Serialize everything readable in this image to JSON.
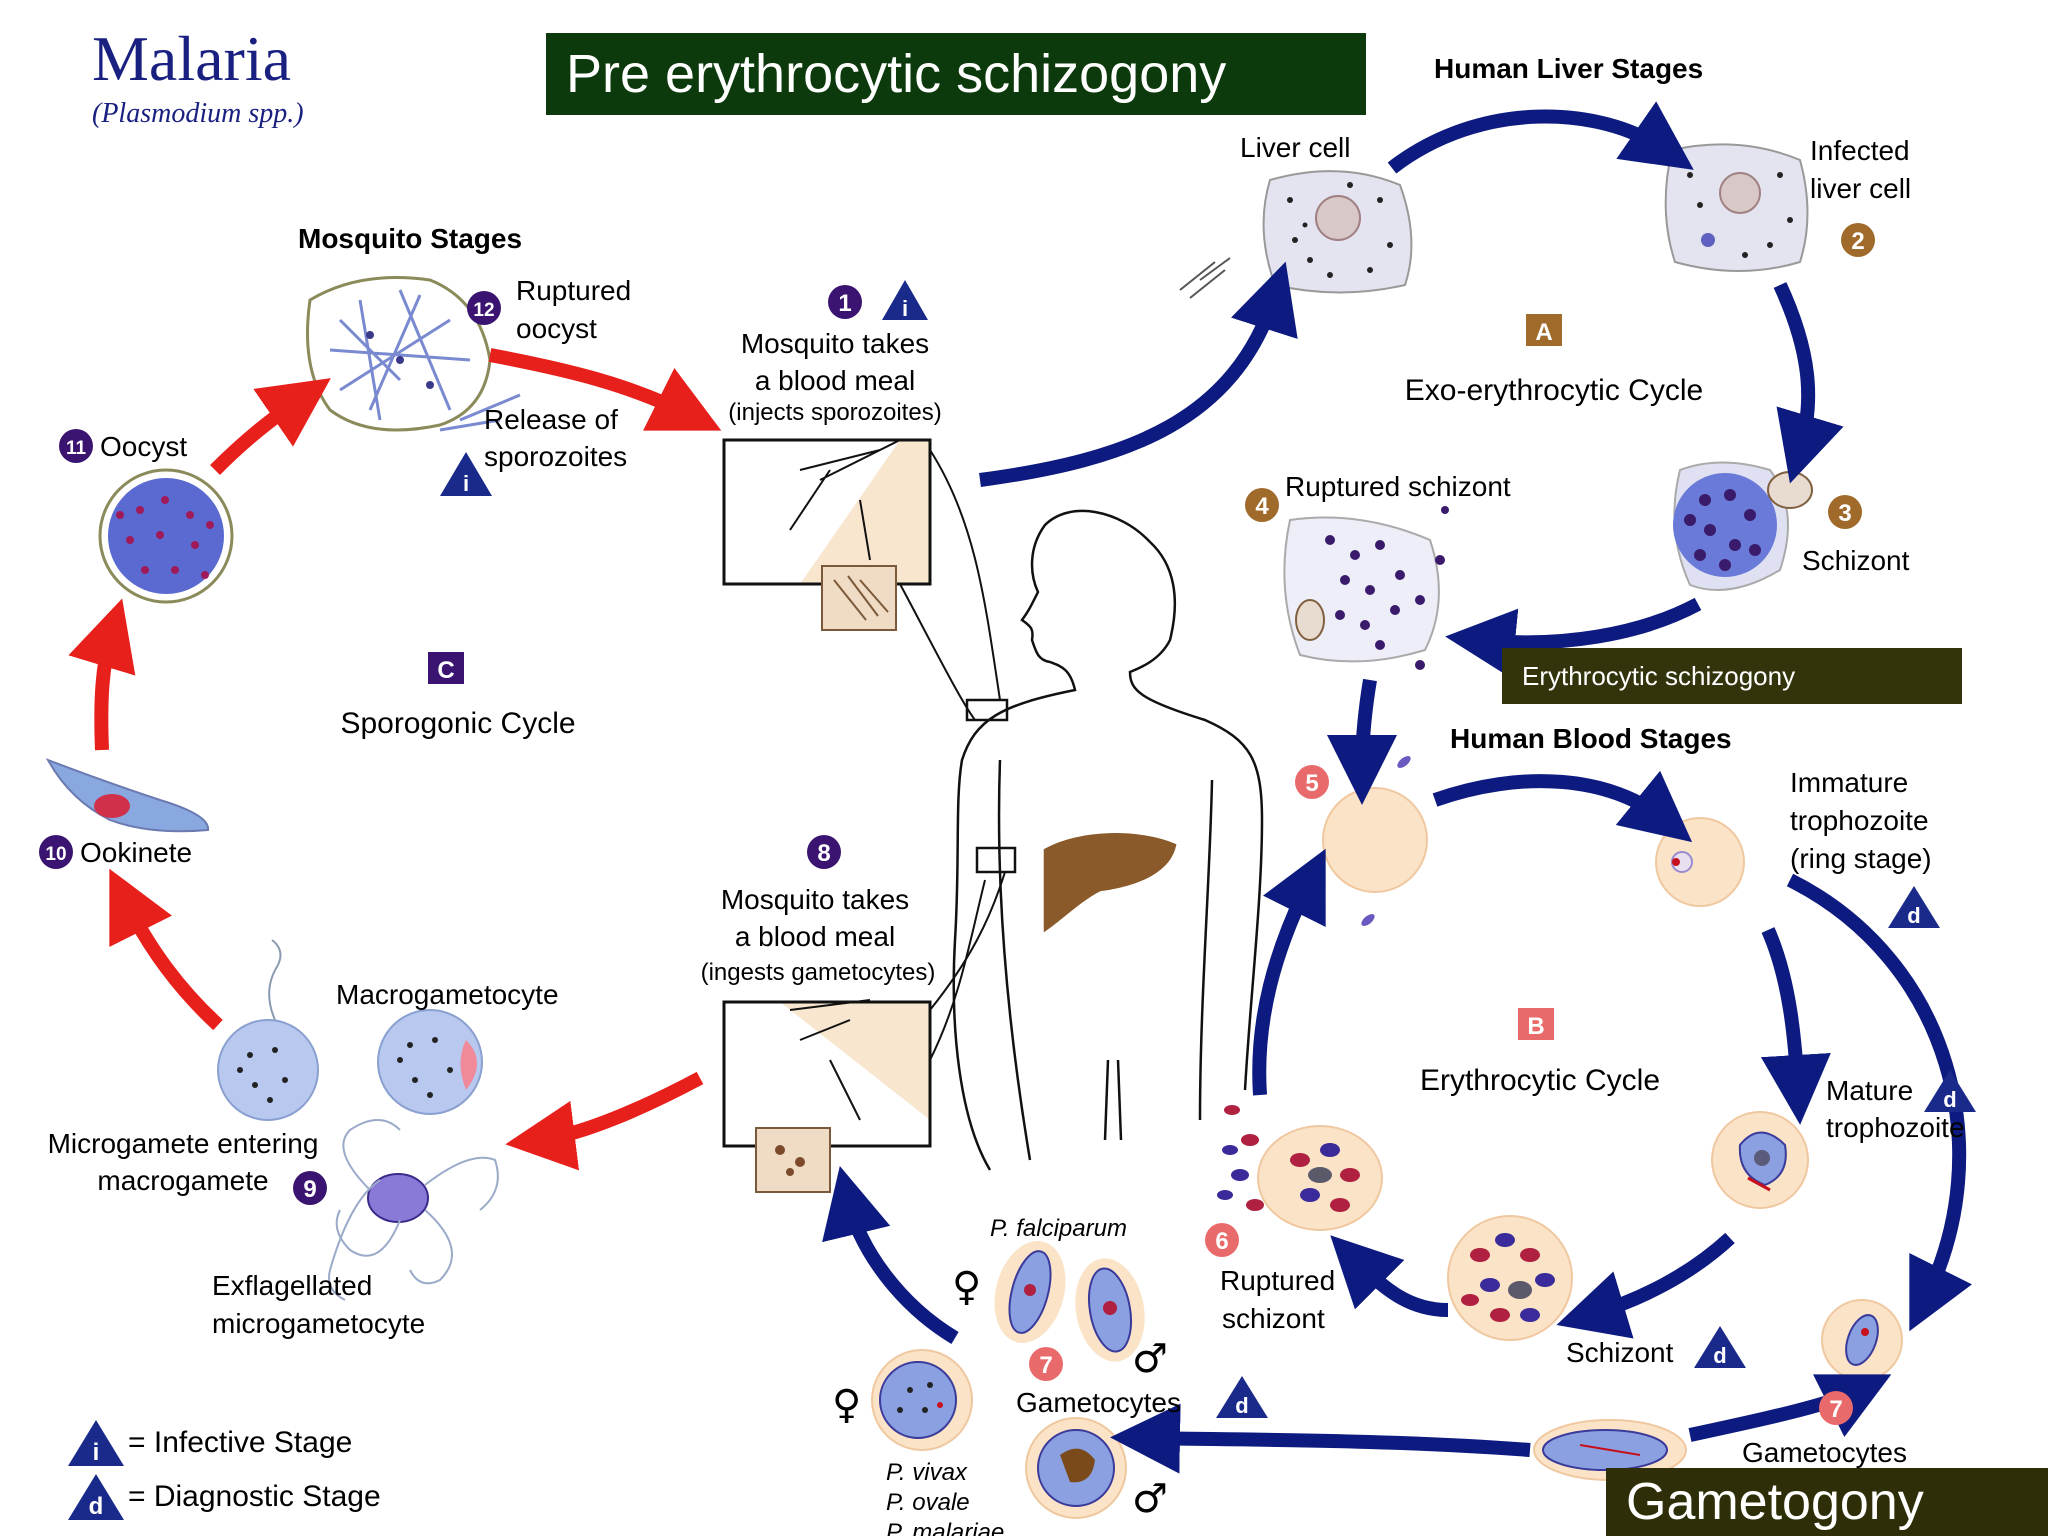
{
  "title": "Malaria",
  "subtitle": "(Plasmodium spp.)",
  "banners": {
    "pre_erythrocytic": "Pre erythrocytic schizogony",
    "erythrocytic": "Erythrocytic schizogony",
    "gametogony": "Gametogony"
  },
  "sections": {
    "mosquito_stages": "Mosquito Stages",
    "human_liver_stages": "Human Liver Stages",
    "human_blood_stages": "Human Blood Stages"
  },
  "cycles": {
    "exo": {
      "letter": "A",
      "label": "Exo-erythrocytic Cycle"
    },
    "ery": {
      "letter": "B",
      "label": "Erythrocytic Cycle"
    },
    "spo": {
      "letter": "C",
      "label": "Sporogonic Cycle"
    }
  },
  "steps": {
    "s1": {
      "num": "1",
      "l1": "Mosquito takes",
      "l2": "a blood meal",
      "l3": "(injects sporozoites)"
    },
    "s2": {
      "num": "2",
      "l1": "Infected",
      "l2": "liver cell"
    },
    "liver_cell": "Liver cell",
    "s3": {
      "num": "3",
      "l1": "Schizont"
    },
    "s4": {
      "num": "4",
      "l1": "Ruptured schizont"
    },
    "s5": {
      "num": "5"
    },
    "immature": {
      "l1": "Immature",
      "l2": "trophozoite",
      "l3": "(ring stage)"
    },
    "mature": {
      "l1": "Mature",
      "l2": "trophozoite"
    },
    "blood_schizont": "Schizont",
    "s6": {
      "num": "6",
      "l1": "Ruptured",
      "l2": "schizont"
    },
    "s7a": {
      "num": "7",
      "l1": "Gametocytes"
    },
    "s7b": {
      "num": "7",
      "l1": "Gametocytes"
    },
    "s8": {
      "num": "8",
      "l1": "Mosquito takes",
      "l2": "a blood meal",
      "l3": "(ingests gametocytes)"
    },
    "s9": {
      "num": "9",
      "l1": "Microgamete entering",
      "l2": "macrogamete"
    },
    "macrogametocyte": "Macrogametocyte",
    "exflagellated": {
      "l1": "Exflagellated",
      "l2": "microgametocyte"
    },
    "s10": {
      "num": "10",
      "l1": "Ookinete"
    },
    "s11": {
      "num": "11",
      "l1": "Oocyst"
    },
    "s12": {
      "num": "12",
      "l1": "Ruptured",
      "l2": "oocyst"
    },
    "release": {
      "l1": "Release of",
      "l2": "sporozoites"
    }
  },
  "species": {
    "falciparum": "P. falciparum",
    "vivax": "P. vivax",
    "ovale": "P. ovale",
    "malariae": "P. malariae"
  },
  "symbols": {
    "female": "♀",
    "male": "♂",
    "infective": "i",
    "diagnostic": "d"
  },
  "legend": {
    "infective": "= Infective Stage",
    "diagnostic": "= Diagnostic Stage"
  },
  "colors": {
    "blue_arrow": "#0d1a80",
    "red_arrow": "#e8201c",
    "purple_badge": "#3a1470",
    "brown_badge": "#a06a2a",
    "pink_badge": "#e86a6a",
    "rbc": "#fbe3c8",
    "liver": "#8a5a2a"
  }
}
